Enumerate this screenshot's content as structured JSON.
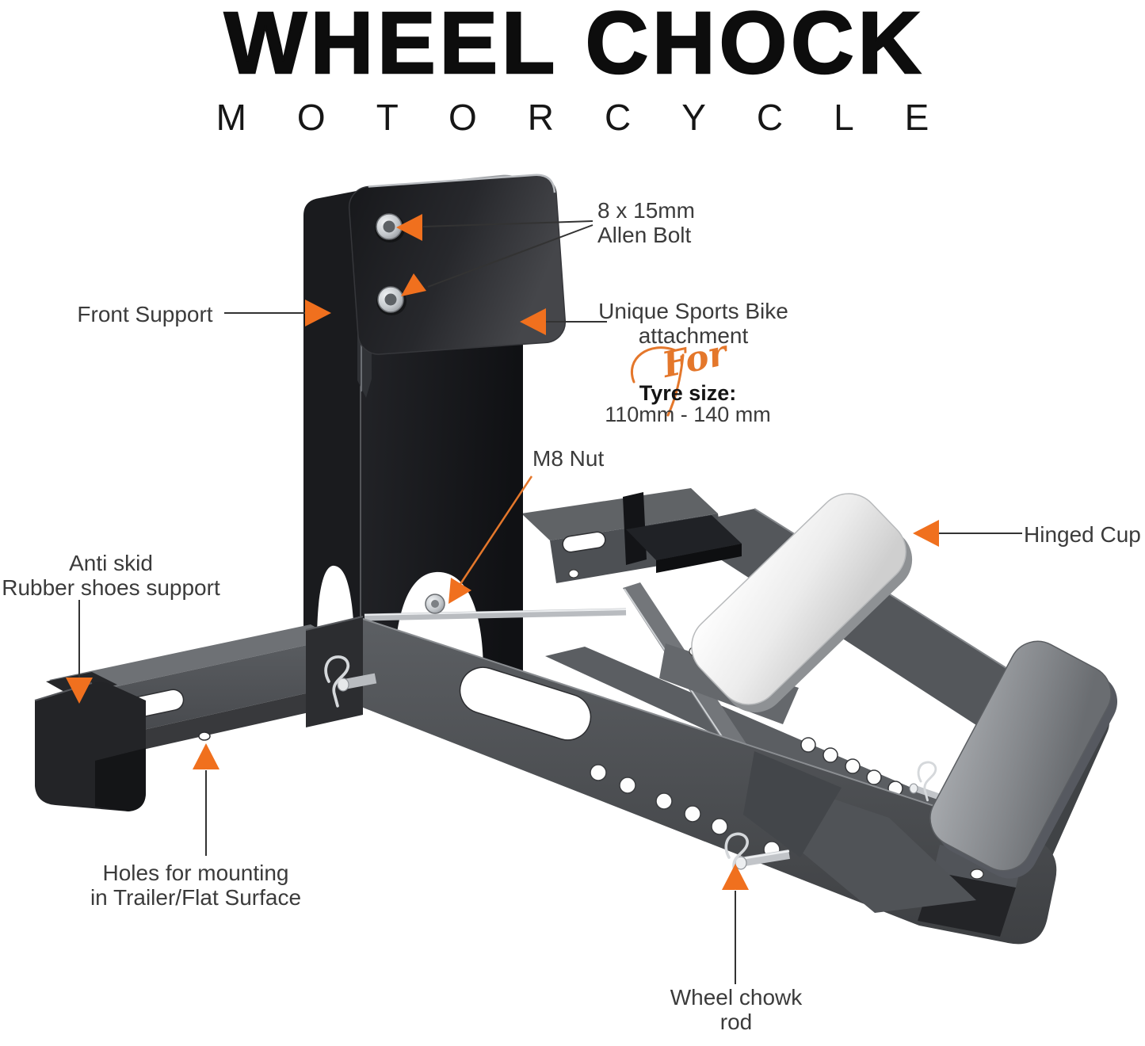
{
  "header": {
    "title": "WHEEL CHOCK",
    "subtitle": "MOTORCYCLE"
  },
  "callouts": {
    "allen_bolt": "8 x 15mm\nAllen Bolt",
    "front_support": "Front Support",
    "attachment": "Unique Sports Bike\nattachment",
    "for_word": "For",
    "tyre_size_label": "Tyre size:",
    "tyre_size_value": "110mm - 140 mm",
    "m8_nut": "M8 Nut",
    "hinged_cup": "Hinged Cup",
    "anti_skid": "Anti skid\nRubber shoes support",
    "mounting_holes": "Holes for mounting\nin Trailer/Flat Surface",
    "wheel_chowk_rod": "Wheel chowk\nrod"
  },
  "colors": {
    "accent": "#F0701E",
    "label_text": "#3B3B3B",
    "title_text": "#0D0D0D",
    "leader_line": "#333333",
    "script_orange": "#E4772B"
  }
}
